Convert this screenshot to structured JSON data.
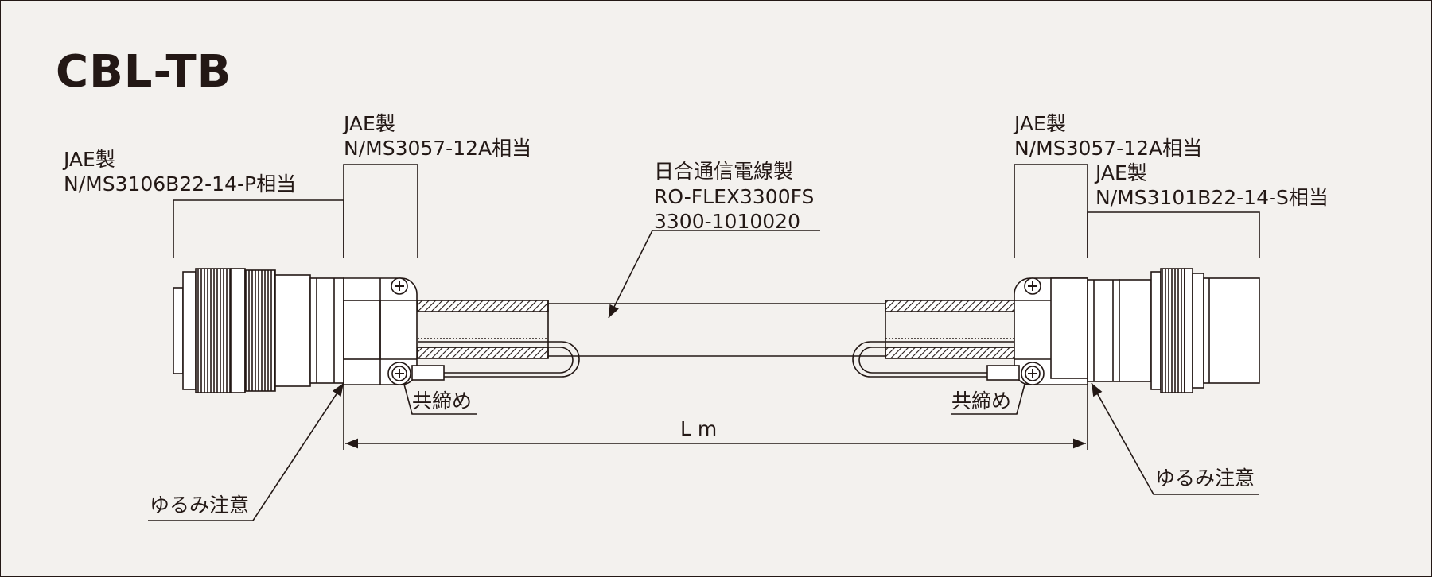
{
  "title": "CBL-TB",
  "left_plug": {
    "maker": "JAE製",
    "part": "N/MS3106B22-14-P相当"
  },
  "left_clamp": {
    "maker": "JAE製",
    "part": "N/MS3057-12A相当"
  },
  "cable": {
    "maker": "日合通信電線製",
    "name": "RO-FLEX3300FS",
    "part": "3300-1010020"
  },
  "right_clamp": {
    "maker": "JAE製",
    "part": "N/MS3057-12A相当"
  },
  "right_receptacle": {
    "maker": "JAE製",
    "part": "N/MS3101B22-14-S相当"
  },
  "left_cofastening": "共締め",
  "right_cofastening": "共締め",
  "length_label": "L m",
  "left_caution": "ゆるみ注意",
  "right_caution": "ゆるみ注意",
  "colors": {
    "ink": "#231815",
    "background": "#f3f1ee",
    "part_fill": "#ffffff"
  }
}
